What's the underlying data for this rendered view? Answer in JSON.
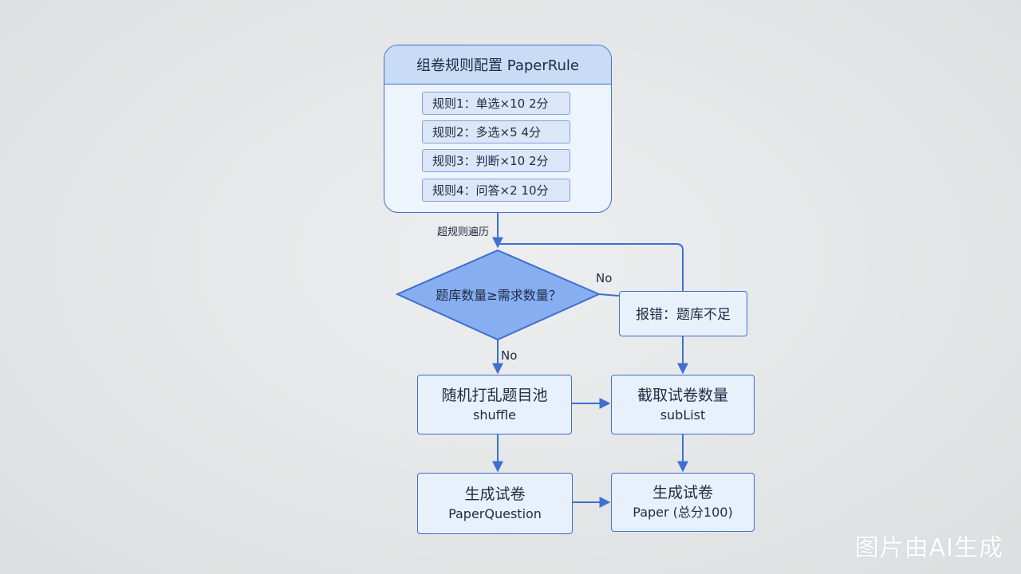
{
  "rule_config": {
    "title": "组卷规则配置 PaperRule",
    "rules": [
      "规则1：单选×10 2分",
      "规则2：多选×5  4分",
      "规则3：判断×10 2分",
      "规则4：问答×2 10分"
    ]
  },
  "edge_label_loop": "超规则遍历",
  "decision": "题库数量≥需求数量？",
  "no_right_label": "No",
  "no_down_label": "No",
  "error_box": "报错：题库不足",
  "shuffle": {
    "title": "随机打乱题目池",
    "subtitle": "shuffle"
  },
  "sublist": {
    "title": "截取试卷数量",
    "subtitle": "subList"
  },
  "paper_question": {
    "title": "生成试卷",
    "subtitle": "PaperQuestion"
  },
  "paper": {
    "title": "生成试卷",
    "subtitle": "Paper (总分100)"
  },
  "watermark": "图片由AI生成",
  "colors": {
    "stroke": "#3f6fd1",
    "diamond_fill": "#86aef0",
    "box_fill": "#e8f0fb",
    "header_fill": "#c9dcf5"
  }
}
